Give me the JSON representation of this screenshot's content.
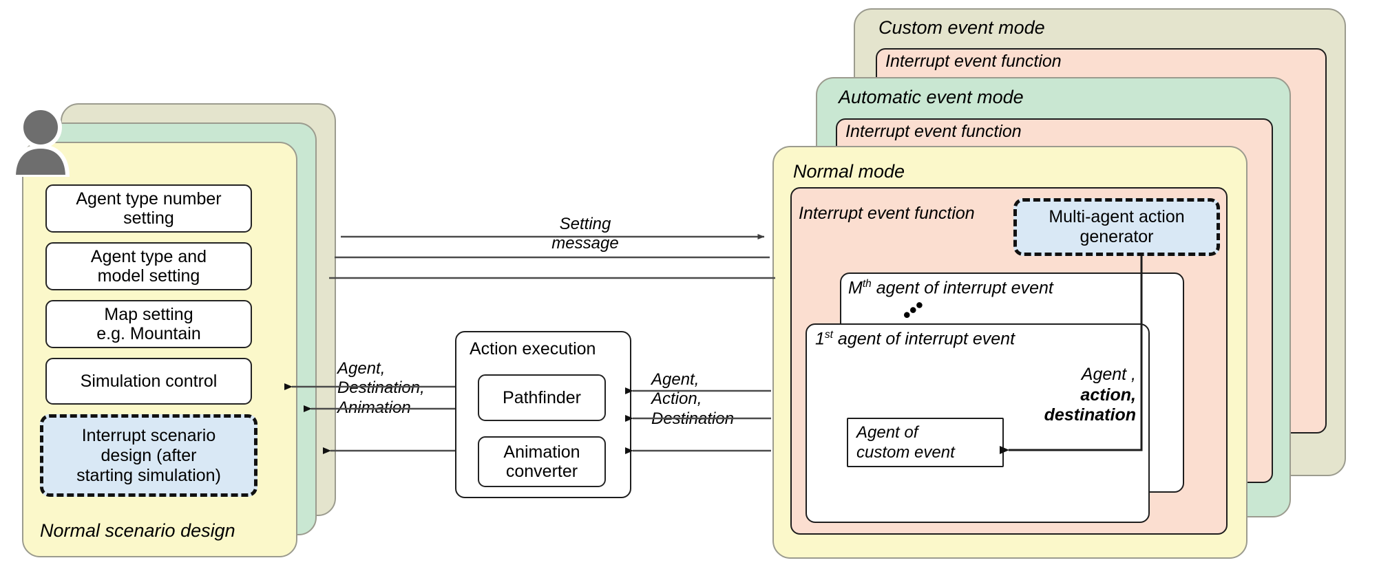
{
  "diagram": {
    "title": "Agent simulation scenario design and event mode architecture"
  },
  "left_stack": {
    "back_panel_label": "",
    "mid_panel_label": "",
    "front_panel_label": "Normal scenario design",
    "avatar_icon": "user-avatar-icon",
    "items": [
      {
        "id": "agent-type-number-setting",
        "line1": "Agent type number",
        "line2": "setting"
      },
      {
        "id": "agent-type-and-model-setting",
        "line1": "Agent type and",
        "line2": "model setting"
      },
      {
        "id": "map-setting",
        "line1": "Map setting",
        "line2": "e.g. Mountain"
      },
      {
        "id": "simulation-control",
        "line1": "Simulation control",
        "line2": ""
      }
    ],
    "highlight": {
      "id": "interrupt-scenario-design",
      "line1": "Interrupt scenario",
      "line2": "design  (after",
      "line3": "starting simulation)"
    }
  },
  "middle": {
    "action_execution_title": "Action execution",
    "pathfinder": "Pathfinder",
    "animation_converter_line1": "Animation",
    "animation_converter_line2": "converter",
    "setting_message_line1": "Setting",
    "setting_message_line2": "message",
    "left_out_label_line1": "Agent,",
    "left_out_label_line2": "Destination,",
    "left_out_label_line3": "Animation",
    "right_in_label_line1": "Agent,",
    "right_in_label_line2": "Action,",
    "right_in_label_line3": "Destination"
  },
  "right_stack": {
    "custom_mode_label": "Custom event mode",
    "custom_mode_interrupt": "Interrupt event function",
    "automatic_mode_label": "Automatic event mode",
    "automatic_mode_interrupt": "Interrupt event function",
    "normal_mode_label": "Normal mode",
    "normal_mode_interrupt": "Interrupt event function",
    "multi_agent_generator_line1": "Multi-agent action",
    "multi_agent_generator_line2": "generator",
    "mth_agent_label_pre": "M",
    "mth_agent_label_sup": "th",
    "mth_agent_label_post": " agent of interrupt event",
    "ellipsis": "•••",
    "first_agent_label_pre": "1",
    "first_agent_label_sup": "st",
    "first_agent_label_post": " agent of interrupt event",
    "agent_of_custom_event_line1": "Agent of",
    "agent_of_custom_event_line2": "custom event",
    "inner_label_line1": "Agent ,",
    "inner_label_line2": "action,",
    "inner_label_line3": "destination"
  },
  "colors": {
    "olive": "#e4e4cd",
    "green": "#c9e7d2",
    "yellow": "#fbf8ca",
    "salmon": "#fbded0",
    "light_blue": "#d9e8f5",
    "outline": "#1d1d1d",
    "panel_outline": "#9b9b8e",
    "avatar_gray": "#6e6e6e"
  }
}
